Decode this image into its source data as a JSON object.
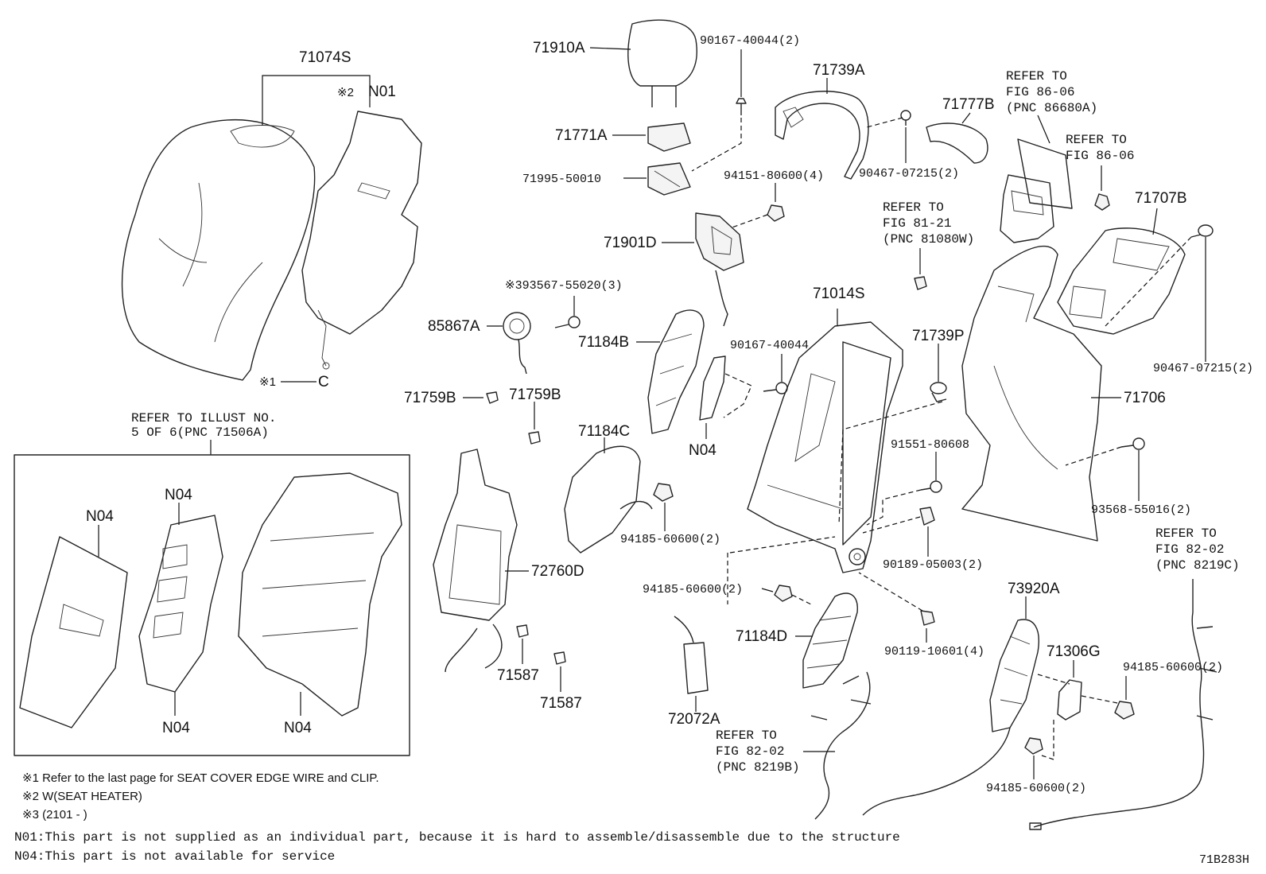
{
  "diagram_id": "71B283H",
  "parts": {
    "p71074S": "71074S",
    "n01_note": "※2",
    "n01": "N01",
    "clip_note": "※1",
    "p71910A": "71910A",
    "p90167_2": "90167-40044(2)",
    "p71739A": "71739A",
    "p71771A": "71771A",
    "p71777B": "71777B",
    "p71995": "71995-50010",
    "p94151": "94151-80600(4)",
    "p90467_a": "90467-07215(2)",
    "p71901D": "71901D",
    "p393567": "※393567-55020(3)",
    "p85867A": "85867A",
    "p71184B": "71184B",
    "p90167": "90167-40044",
    "p71014S": "71014S",
    "p71739P": "71739P",
    "p71707B": "71707B",
    "p90467_b": "90467-07215(2)",
    "p71706": "71706",
    "p71759B_a": "71759B",
    "p71759B_b": "71759B",
    "p71184C": "71184C",
    "n04_a": "N04",
    "p91551": "91551-80608",
    "p93568": "93568-55016(2)",
    "p94185_a": "94185-60600(2)",
    "p72760D": "72760D",
    "p90189": "90189-05003(2)",
    "p94185_b": "94185-60600(2)",
    "p73920A": "73920A",
    "p71184D": "71184D",
    "p90119": "90119-10601(4)",
    "p71306G": "71306G",
    "p94185_c": "94185-60600(2)",
    "p71587_a": "71587",
    "p71587_b": "71587",
    "p72072A": "72072A",
    "p94185_d": "94185-60600(2)",
    "n04_b": "N04",
    "n04_c": "N04",
    "n04_d": "N04",
    "n04_e": "N04"
  },
  "refers": {
    "fig8606a": [
      "REFER TO",
      "FIG 86-06",
      "(PNC 86680A)"
    ],
    "fig8606b": [
      "REFER TO",
      "FIG 86-06"
    ],
    "fig8121": [
      "REFER TO",
      "FIG 81-21",
      "(PNC 81080W)"
    ],
    "fig8202c": [
      "REFER TO",
      "FIG 82-02",
      "(PNC 8219C)"
    ],
    "fig8202b": [
      "REFER TO",
      "FIG 82-02",
      "(PNC 8219B)"
    ],
    "illust": [
      "REFER TO ILLUST NO.",
      "5 OF 6(PNC 71506A)"
    ]
  },
  "notes": {
    "n1": "※1 Refer to the last page for SEAT COVER EDGE WIRE and CLIP.",
    "n2": "※2 W(SEAT HEATER)",
    "n3": "※3 (2101 -     )",
    "n4": "N01:This part is not supplied as an individual part, because it is hard to assemble/disassemble due to the structure",
    "n5": "N04:This part is not available for service"
  }
}
